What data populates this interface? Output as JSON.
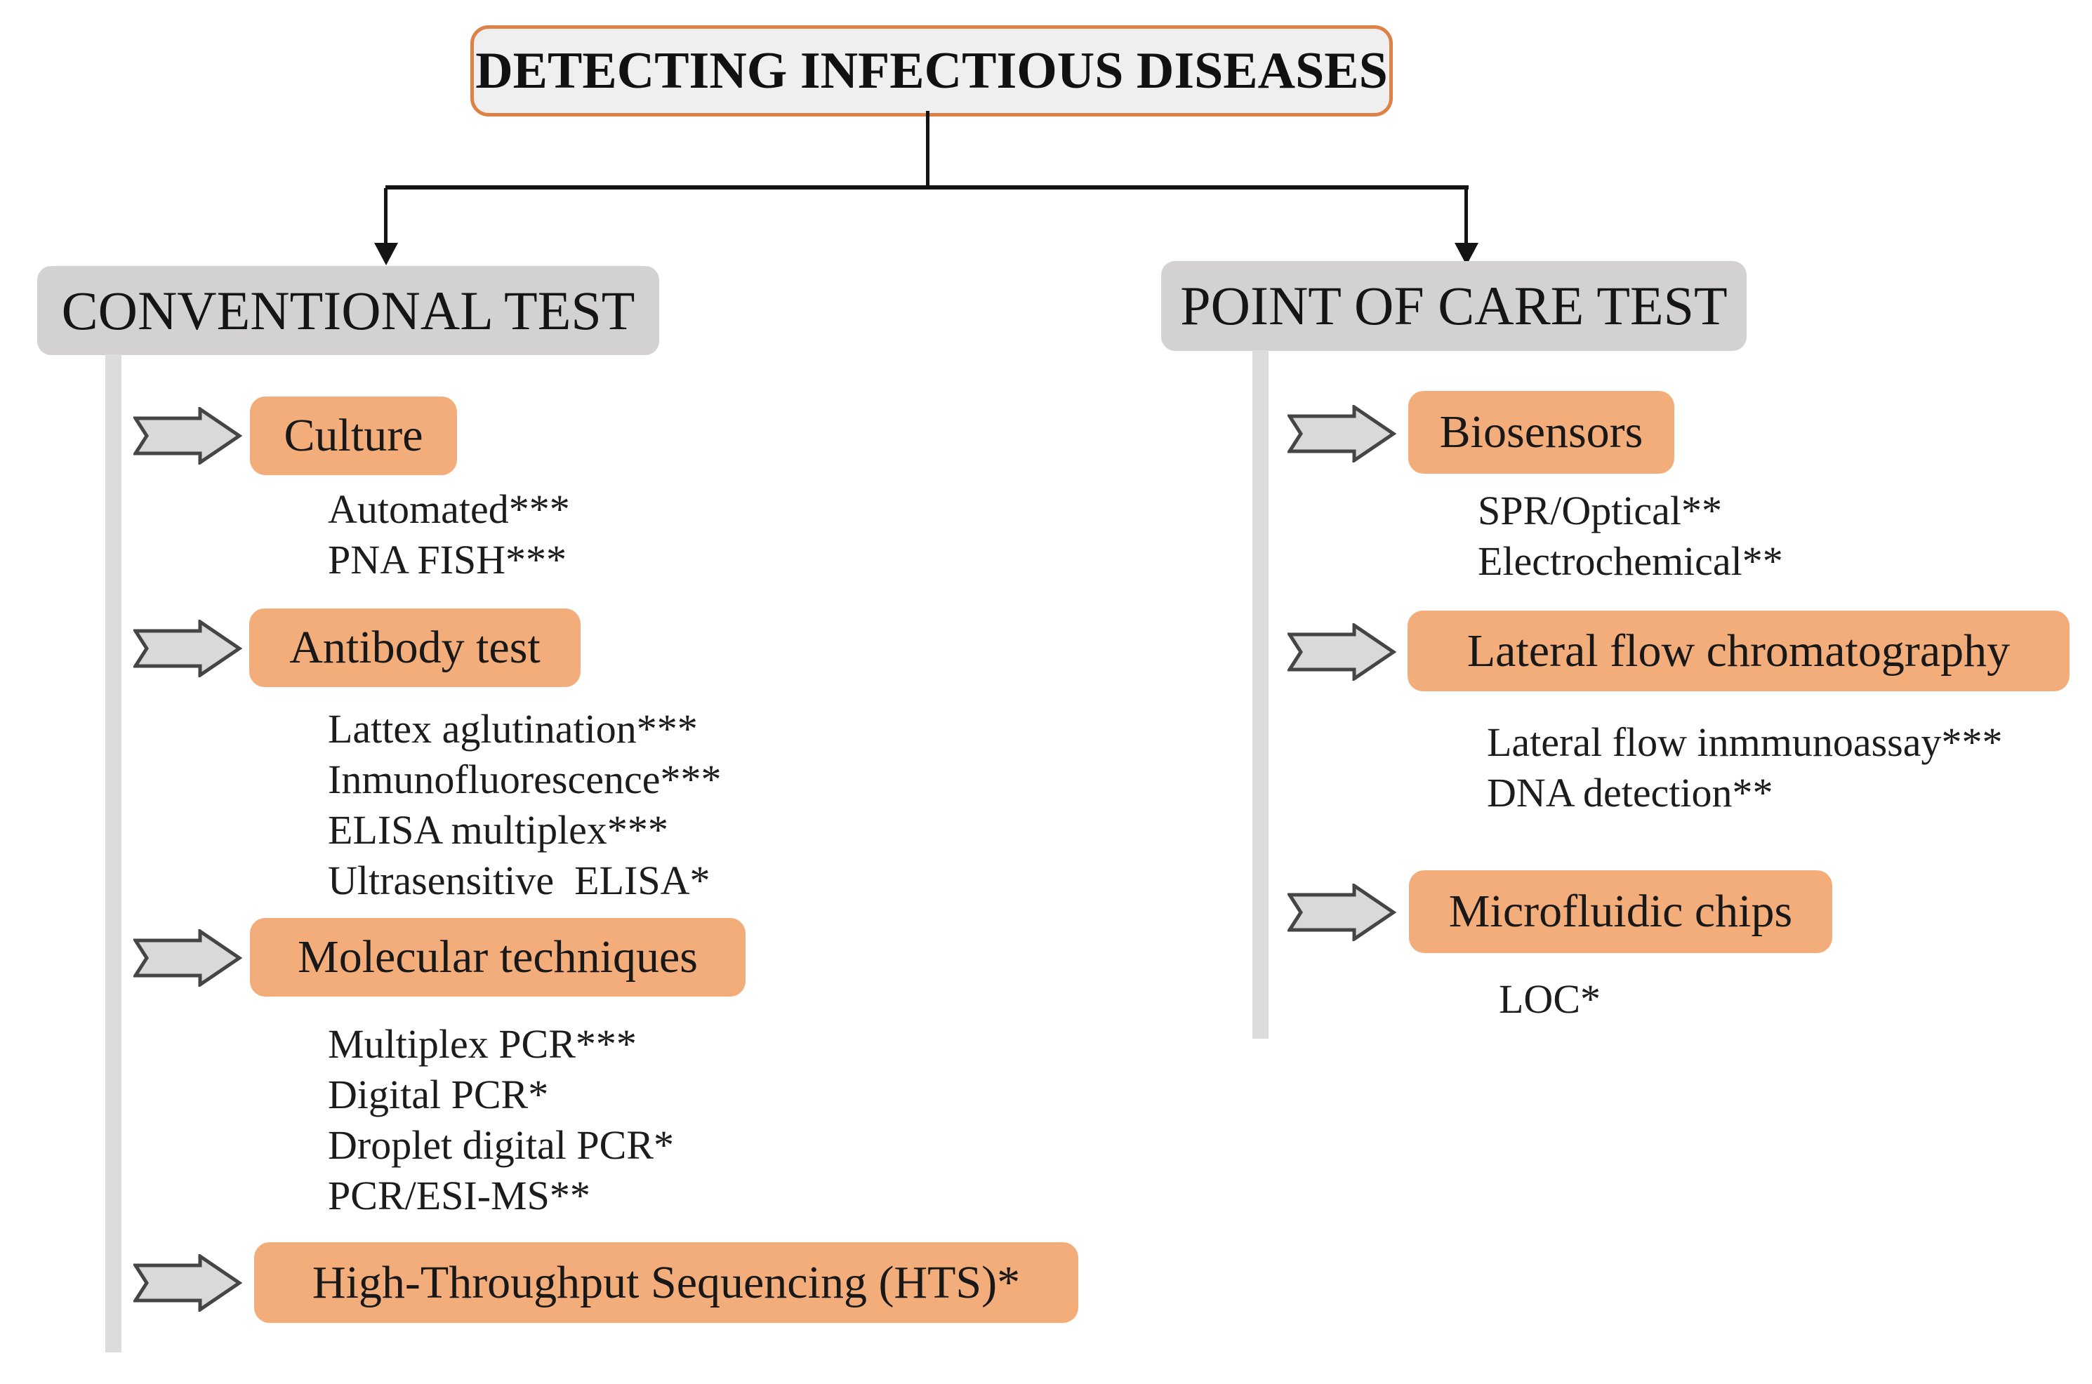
{
  "title": "DETECTING INFECTIOUS DISEASES",
  "colors": {
    "orange_node": "#f3ad7a",
    "gray_node": "#d3d1d1",
    "title_fill": "#f0efef",
    "title_border": "#dd8147",
    "connector_gray": "#dcdcdc",
    "line_black": "#141414"
  },
  "icons": {
    "flow_arrow": "notched-right-block-arrow",
    "branch_arrowhead": "down-triangle"
  },
  "branches": [
    {
      "label": "CONVENTIONAL TEST",
      "groups": [
        {
          "label": "Culture",
          "items": [
            "Automated***",
            "PNA FISH***"
          ]
        },
        {
          "label": "Antibody test",
          "items": [
            "Lattex aglutination***",
            "Inmunofluorescence***",
            "ELISA multiplex***",
            "Ultrasensitive  ELISA*"
          ]
        },
        {
          "label": "Molecular techniques",
          "items": [
            "Multiplex PCR***",
            "Digital PCR*",
            "Droplet digital PCR*",
            "PCR/ESI-MS**"
          ]
        },
        {
          "label": "High-Throughput Sequencing (HTS)*",
          "items": []
        }
      ]
    },
    {
      "label": "POINT OF CARE TEST",
      "groups": [
        {
          "label": "Biosensors",
          "items": [
            "SPR/Optical**",
            "Electrochemical**"
          ]
        },
        {
          "label": "Lateral flow chromatography",
          "items": [
            "Lateral flow inmmunoassay***",
            "DNA detection**"
          ]
        },
        {
          "label": "Microfluidic chips",
          "items": [
            "LOC*"
          ]
        }
      ]
    }
  ]
}
